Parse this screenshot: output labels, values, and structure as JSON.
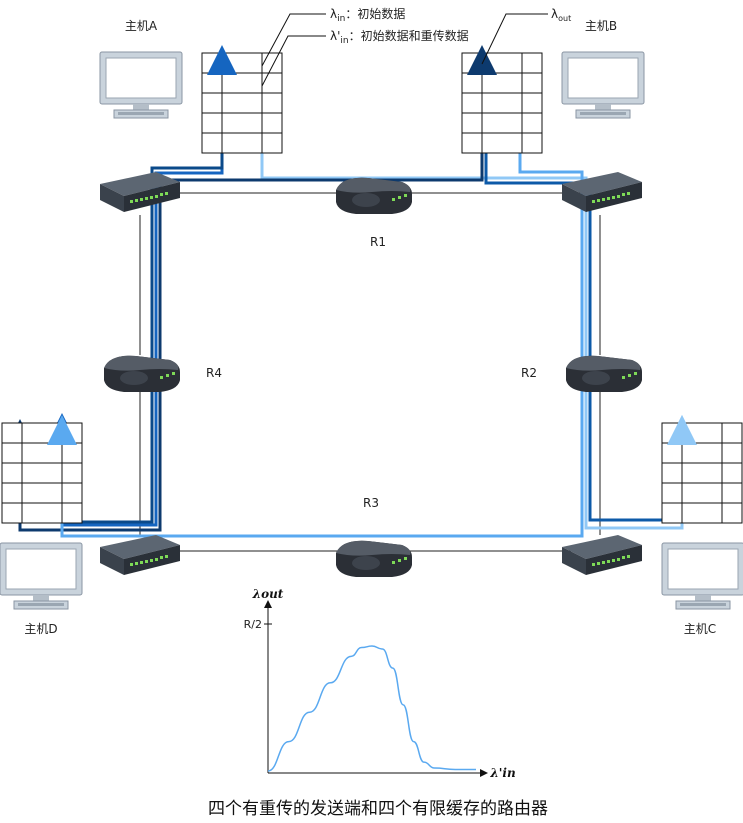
{
  "hosts": {
    "a": "主机A",
    "b": "主机B",
    "c": "主机C",
    "d": "主机D"
  },
  "routers": {
    "r1": "R1",
    "r2": "R2",
    "r3": "R3",
    "r4": "R4"
  },
  "legend": {
    "lambda_in_symbol": "λ",
    "lambda_in_sub": "in",
    "lambda_in_desc": "：初始数据",
    "lambda_in_prime_symbol": "λ'",
    "lambda_in_prime_sub": "in",
    "lambda_in_prime_desc": "：初始数据和重传数据",
    "lambda_out_symbol": "λ",
    "lambda_out_sub": "out"
  },
  "colors": {
    "dark_flow": "#0d3a6e",
    "mid_flow": "#1565c0",
    "light_flow": "#5aa9f0",
    "pale_flow": "#90c8f6",
    "link": "#222222"
  },
  "chart_data": {
    "type": "line",
    "ylabel": "λout",
    "xlabel": "λ'in",
    "y_tick_label": "R/2",
    "series": [
      {
        "x": [
          0,
          0.1,
          0.2,
          0.3,
          0.4,
          0.45,
          0.5,
          0.55,
          0.6,
          0.65,
          0.7,
          0.75,
          0.8,
          0.9,
          1.0
        ],
        "y": [
          0,
          0.2,
          0.4,
          0.6,
          0.78,
          0.84,
          0.85,
          0.83,
          0.7,
          0.45,
          0.2,
          0.06,
          0.02,
          0.01,
          0.01
        ]
      }
    ]
  },
  "caption": "四个有重传的发送端和四个有限缓存的路由器"
}
